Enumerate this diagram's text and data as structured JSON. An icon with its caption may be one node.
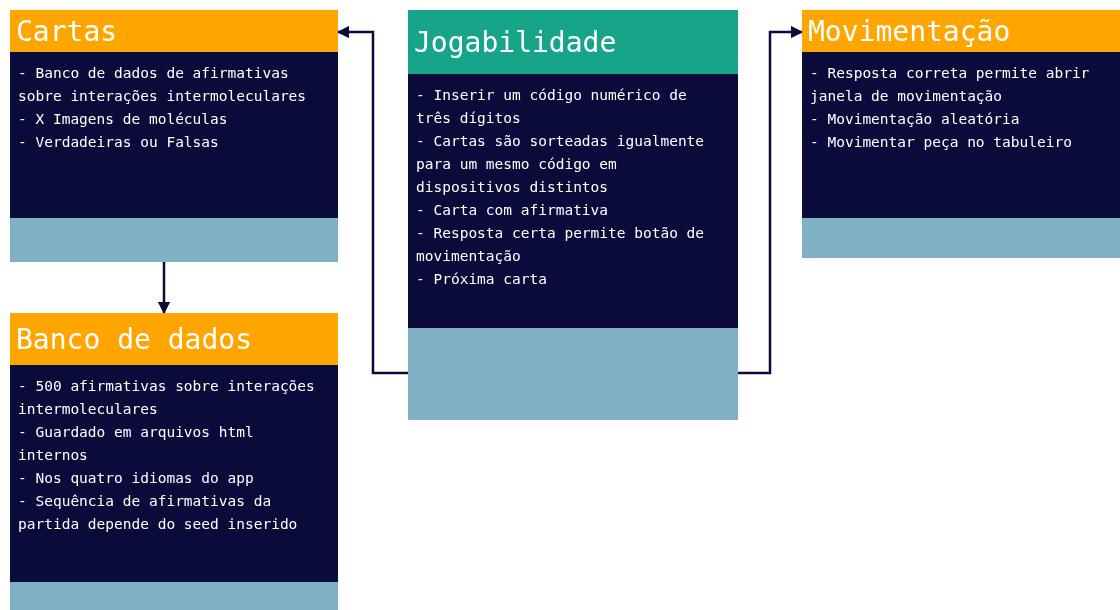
{
  "diagram": {
    "nodes": [
      {
        "text": [
          "Cartas",
          "- Banco de dados de afirmativas sobre interações intermoleculares",
          "- X Imagens de moléculas",
          "- Verdadeiras ou Falsas"
        ]
      },
      {
        "text": [
          "Jogabilidade",
          "- Inserir um código numérico de três dígitos",
          "- Cartas são sorteadas igualmente para um mesmo código em dispositivos distintos",
          "- Carta com afirmativa",
          "- Resposta certa permite botão de movimentação",
          "- Próxima carta"
        ]
      },
      {
        "text": [
          "Movimentação",
          "- Resposta correta permite abrir janela de movimentação",
          "- Movimentação aleatória",
          "- Movimentar peça no tabuleiro"
        ]
      },
      {
        "text": [
          "Banco de dados",
          "- 500 afirmativas sobre interações intermoleculares",
          "- Guardado em arquivos html internos",
          "- Nos quatro idiomas do app",
          "- Sequência de afirmativas da partida depende do seed inserido"
        ]
      }
    ],
    "edges": [
      {
        "from": 1,
        "to": 0,
        "arrow": "to"
      },
      {
        "from": 1,
        "to": 2,
        "arrow": "to"
      },
      {
        "from": 0,
        "to": 3,
        "arrow": "to"
      }
    ]
  }
}
